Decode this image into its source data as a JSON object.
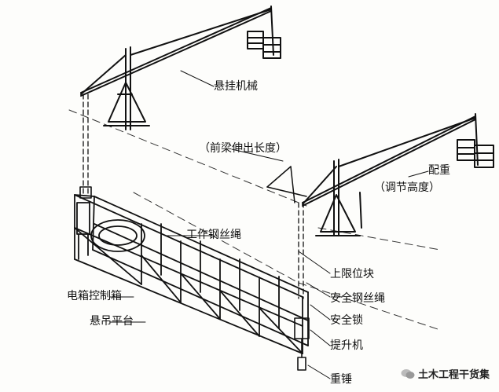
{
  "labels": {
    "suspension_machine": "悬挂机械",
    "beam_extension": "（前梁伸出长度）",
    "counterweight": "配重",
    "adjust_height": "（调节高度）",
    "work_wire_rope": "工作钢丝绳",
    "upper_limit_block": "上限位块",
    "control_box": "电箱控制箱",
    "safety_wire_rope": "安全钢丝绳",
    "hanging_platform": "悬吊平台",
    "safety_lock": "安全锁",
    "hoist": "提升机",
    "heavy_hammer": "重锤"
  },
  "watermark": {
    "text": "土木工程干货集"
  }
}
